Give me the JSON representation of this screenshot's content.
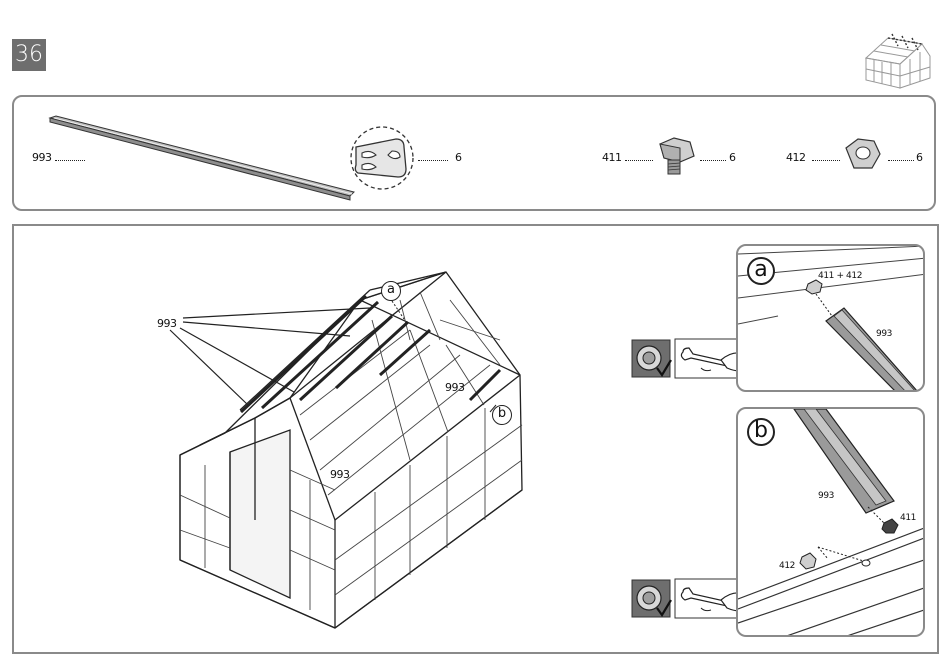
{
  "page": {
    "step_number": "36"
  },
  "parts": {
    "profile": {
      "code": "993",
      "qty": "6"
    },
    "bolt": {
      "code": "411",
      "qty": "6"
    },
    "nut": {
      "code": "412",
      "qty": "6"
    }
  },
  "main": {
    "callout_code": "993",
    "label_center": "993",
    "label_right": "993",
    "marker_a": "a",
    "marker_b": "b"
  },
  "detail_a": {
    "letter": "a",
    "parts_label": "411 + 412",
    "profile_label": "993"
  },
  "detail_b": {
    "letter": "b",
    "profile_label": "993",
    "bolt_label": "411",
    "nut_label": "412"
  }
}
